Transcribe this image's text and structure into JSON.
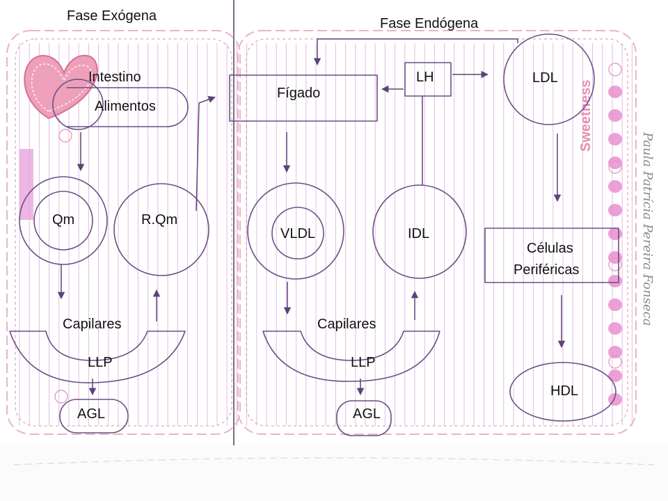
{
  "headings": {
    "exogenous": "Fase Exógena",
    "endogenous": "Fase Endógena"
  },
  "nodes": {
    "intestino": "Intestino",
    "alimentos": "Alimentos",
    "qm": "Qm",
    "rqm": "R.Qm",
    "capilares_left": "Capilares",
    "llp_left": "LLP",
    "agl_left": "AGL",
    "figado": "Fígado",
    "lh": "LH",
    "ldl": "LDL",
    "vldl": "VLDL",
    "idl": "IDL",
    "capilares_right": "Capilares",
    "llp_right": "LLP",
    "agl_right": "AGL",
    "celulas_line1": "Células",
    "celulas_line2": "Periféricas",
    "hdl": "HDL"
  },
  "decor": {
    "sticker_text": "Sweetness",
    "handwriting": "Paula Patrícia Pereira Fonseca"
  },
  "colors": {
    "rule_lines": "#d07fd4",
    "frame": "#e6a9c3",
    "ink": "#6a4f86",
    "heart": "#e58aa9",
    "sticker": "#e88fcf"
  }
}
